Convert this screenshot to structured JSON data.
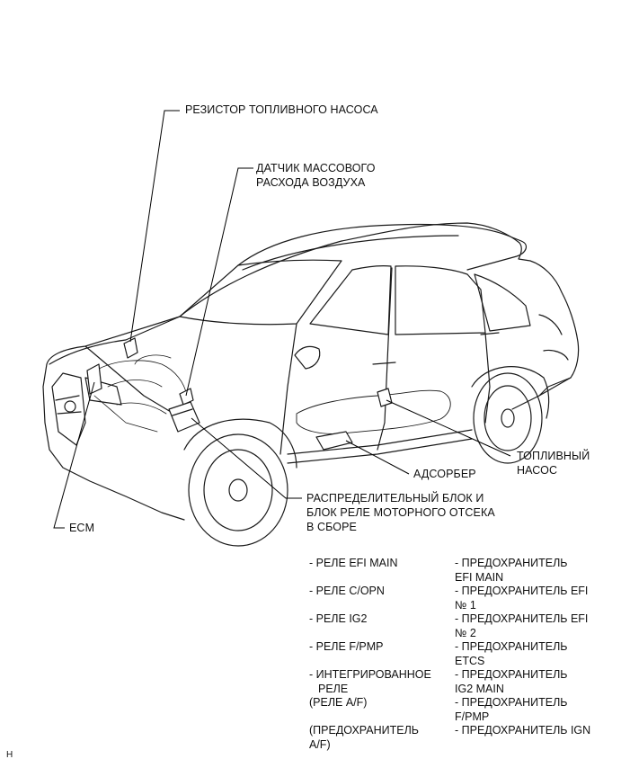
{
  "labels": {
    "fuel_pump_resistor": "РЕЗИСТОР ТОПЛИВНОГО НАСОСА",
    "maf_line1": "ДАТЧИК МАССОВОГО",
    "maf_line2": "РАСХОДА ВОЗДУХА",
    "fuel_pump_line1": "ТОПЛИВНЫЙ",
    "fuel_pump_line2": "НАСОС",
    "adsorber": "АДСОРБЕР",
    "junction_line1": "РАСПРЕДЕЛИТЕЛЬНЫЙ БЛОК И",
    "junction_line2": "БЛОК РЕЛЕ МОТОРНОГО ОТСЕКА",
    "junction_line3": "В СБОРЕ",
    "ecm": "ECM",
    "corner": "H"
  },
  "list": {
    "left": [
      "- РЕЛЕ EFI MAIN",
      "",
      "- РЕЛЕ C/OPN",
      "",
      "- РЕЛЕ IG2",
      "",
      "- РЕЛЕ F/PMP",
      "",
      "- ИНТЕГРИРОВАННОЕ",
      "  РЕЛЕ",
      "(РЕЛЕ A/F)",
      "",
      "(ПРЕДОХРАНИТЕЛЬ",
      "A/F)"
    ],
    "right": [
      "- ПРЕДОХРАНИТЕЛЬ",
      "EFI MAIN",
      "- ПРЕДОХРАНИТЕЛЬ EFI",
      "№ 1",
      "- ПРЕДОХРАНИТЕЛЬ EFI",
      "№ 2",
      "- ПРЕДОХРАНИТЕЛЬ",
      "ETCS",
      "- ПРЕДОХРАНИТЕЛЬ",
      "IG2 MAIN",
      "- ПРЕДОХРАНИТЕЛЬ",
      "F/PMP",
      "- ПРЕДОХРАНИТЕЛЬ IGN"
    ]
  }
}
